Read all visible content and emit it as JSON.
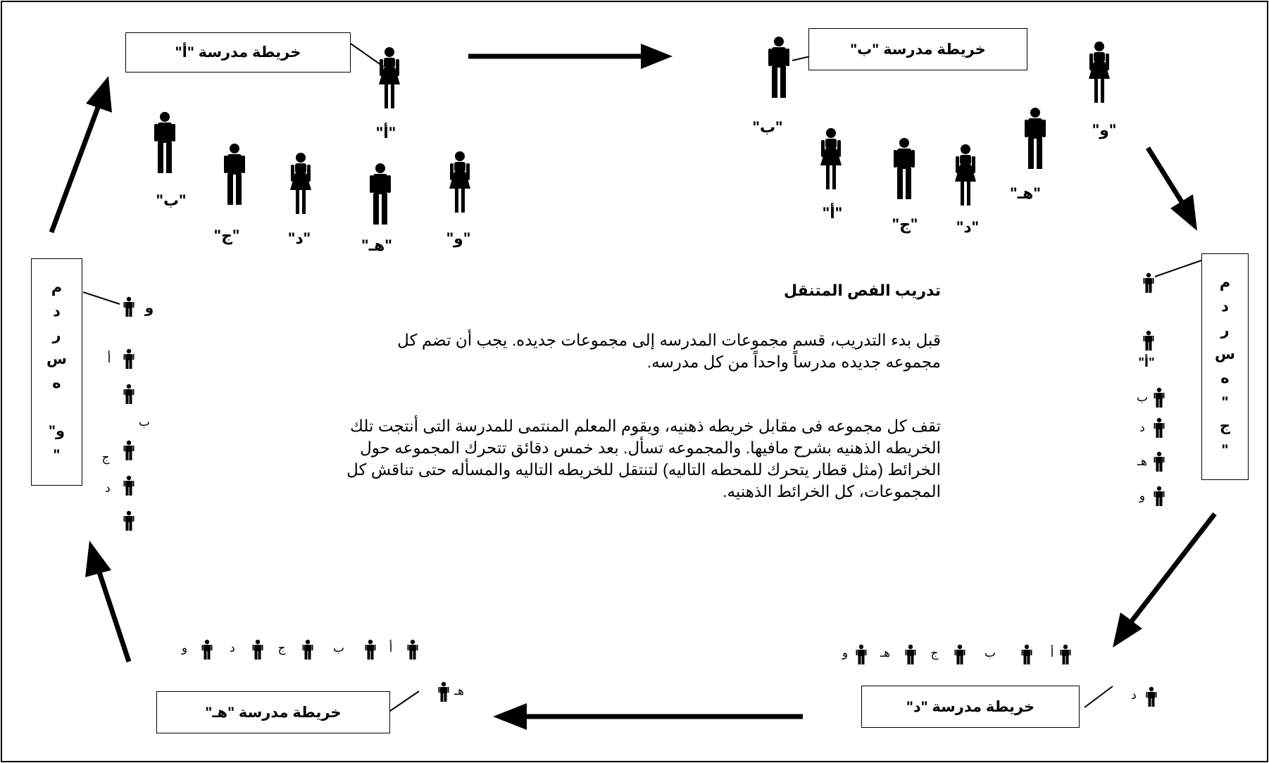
{
  "school_maps": {
    "a": "خريطة مدرسة \"أ\"",
    "b": "خريطة مدرسة \"ب\"",
    "d": "خريطة مدرسة \"د\"",
    "h": "خريطة مدرسة \"هـ\"",
    "c_vertical": [
      "م",
      "د",
      "ر",
      "س",
      "ه",
      "\"",
      "ج",
      "\""
    ],
    "w_vertical": [
      "م",
      "د",
      "ر",
      "س",
      "ه",
      "",
      "\"و",
      "\""
    ]
  },
  "group_a_labels": {
    "lead": "\"أ\"",
    "b": "\"ب\"",
    "j": "\"ج\"",
    "d": "\"د\"",
    "h": "\"هـ\"",
    "w": "\"و\""
  },
  "group_b_labels": {
    "lead": "\"ب\"",
    "a": "\"أ\"",
    "j": "\"ج\"",
    "d": "\"د\"",
    "h": "\"هـ\"",
    "w": "\"و\""
  },
  "group_c_labels": {
    "a": "\"أ\"",
    "b": "ب",
    "d": "د",
    "h": "هـ",
    "w": "و"
  },
  "group_d_labels": {
    "lead": "د",
    "a": "أ",
    "b": "ب",
    "j": "ج",
    "h": "هـ",
    "w": "و"
  },
  "group_h_labels": {
    "lead": "هـ",
    "a": "أ",
    "b": "ب",
    "j": "ج",
    "d": "د",
    "w": "و"
  },
  "group_w_labels": {
    "lead": "و",
    "a": "أ",
    "b": "ب",
    "j": "ج",
    "d": "د"
  },
  "center": {
    "title": "تدريب الفص المتنقل",
    "paragraph1": "قبل بدء التدريب، قسم مجموعات المدرسه إلى مجموعات جديده. يجب أن تضم كل مجموعه جديده مدرساً واحداً من كل مدرسه.",
    "paragraph2": "تقف كل مجموعه فى مقابل خريطه ذهنيه، ويقوم المعلم المنتمى للمدرسة التى أنتجت تلك الخريطه الذهنيه بشرح مافيها. والمجموعه تسأل. بعد خمس دقائق تتحرك المجموعه حول الخرائط (مثل قطار يتحرك للمحطه التاليه) لتنتقل للخريطه التاليه والمسأله حتى تناقش كل المجموعات، كل الخرائط الذهنيه."
  }
}
